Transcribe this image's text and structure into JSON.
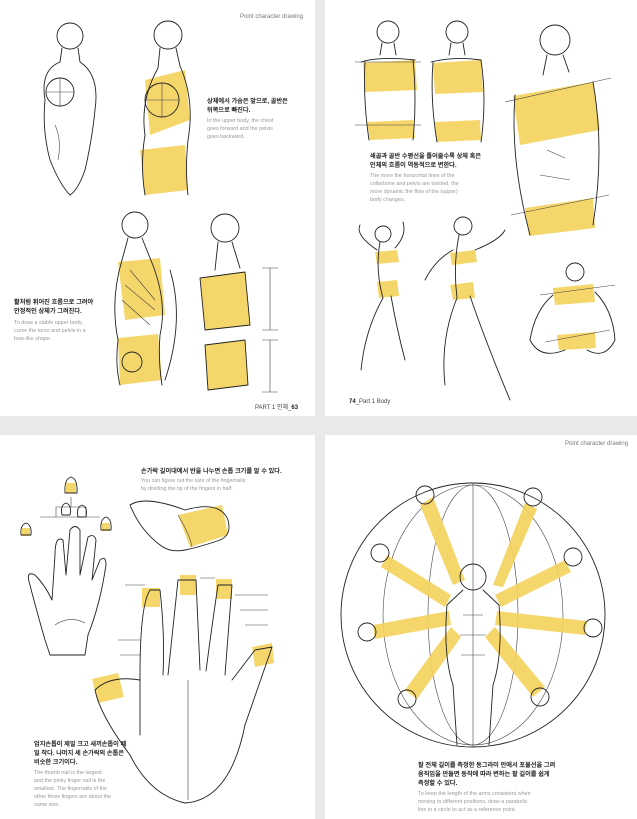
{
  "pages": {
    "p1": {
      "header": "Point character drawing",
      "note1": {
        "ko": [
          "상체에서 가슴은 앞으로, 골반은",
          "뒤쪽으로 빠진다."
        ],
        "en": [
          "In the upper body, the chest",
          "goes forward and the pelvis",
          "goes backward."
        ]
      },
      "note2": {
        "ko": [
          "활처럼 휘어진 흐름으로 그려야",
          "안정적인 상체가 그려진다."
        ],
        "en": [
          "To draw a stable upper body,",
          "curve the torso and pelvis in a",
          "bow-like shape."
        ]
      },
      "footer": {
        "part": "PART 1",
        "section": "인체_",
        "page": "63"
      }
    },
    "p2": {
      "note": {
        "ko": [
          "쇄골과 골반 수평선을 틀어줄수록 상체 혹은",
          "인체의 흐름이 역동적으로 변한다."
        ],
        "en": [
          "The more the horizontal lines of the",
          "collarbone and pelvis are twisted, the",
          "more dynamic the flow of the (upper)",
          "body changes."
        ]
      },
      "footer": {
        "page": "74",
        "part": "_Part 1",
        "section": " Body"
      }
    },
    "p3": {
      "note1": {
        "ko": [
          "손가락 길이대에서 반을 나누면 손톱 크기를 알 수 있다."
        ],
        "en": [
          "You can figure out the size of the fingernails",
          "by dividing the tip of the fingers in half."
        ]
      },
      "note2": {
        "ko": [
          "엄지손톱이 제일 크고 새끼손톱이 제",
          "일 작다. 나머지 세 손가락의 손톱은",
          "비슷한 크기이다."
        ],
        "en": [
          "The thumb nail is the largest",
          "and the pinky finger nail is the",
          "smallest. The fingernails of the",
          "other three fingers are about the",
          "same size."
        ]
      }
    },
    "p4": {
      "header": "Point character drawing",
      "note": {
        "ko": [
          "팔 전체 길이를 측정한 동그라미 안에서 포물선을 그려",
          "움직임을 만들면 동작에 따라 변하는 팔 길이를 쉽게",
          "측정할 수 있다."
        ],
        "en": [
          "To keep the length of the arms consistent when",
          "moving to different positions, draw a parabolic",
          "line in a circle to act as a reference point."
        ]
      }
    },
    "accent_color": "#f4d25d"
  }
}
